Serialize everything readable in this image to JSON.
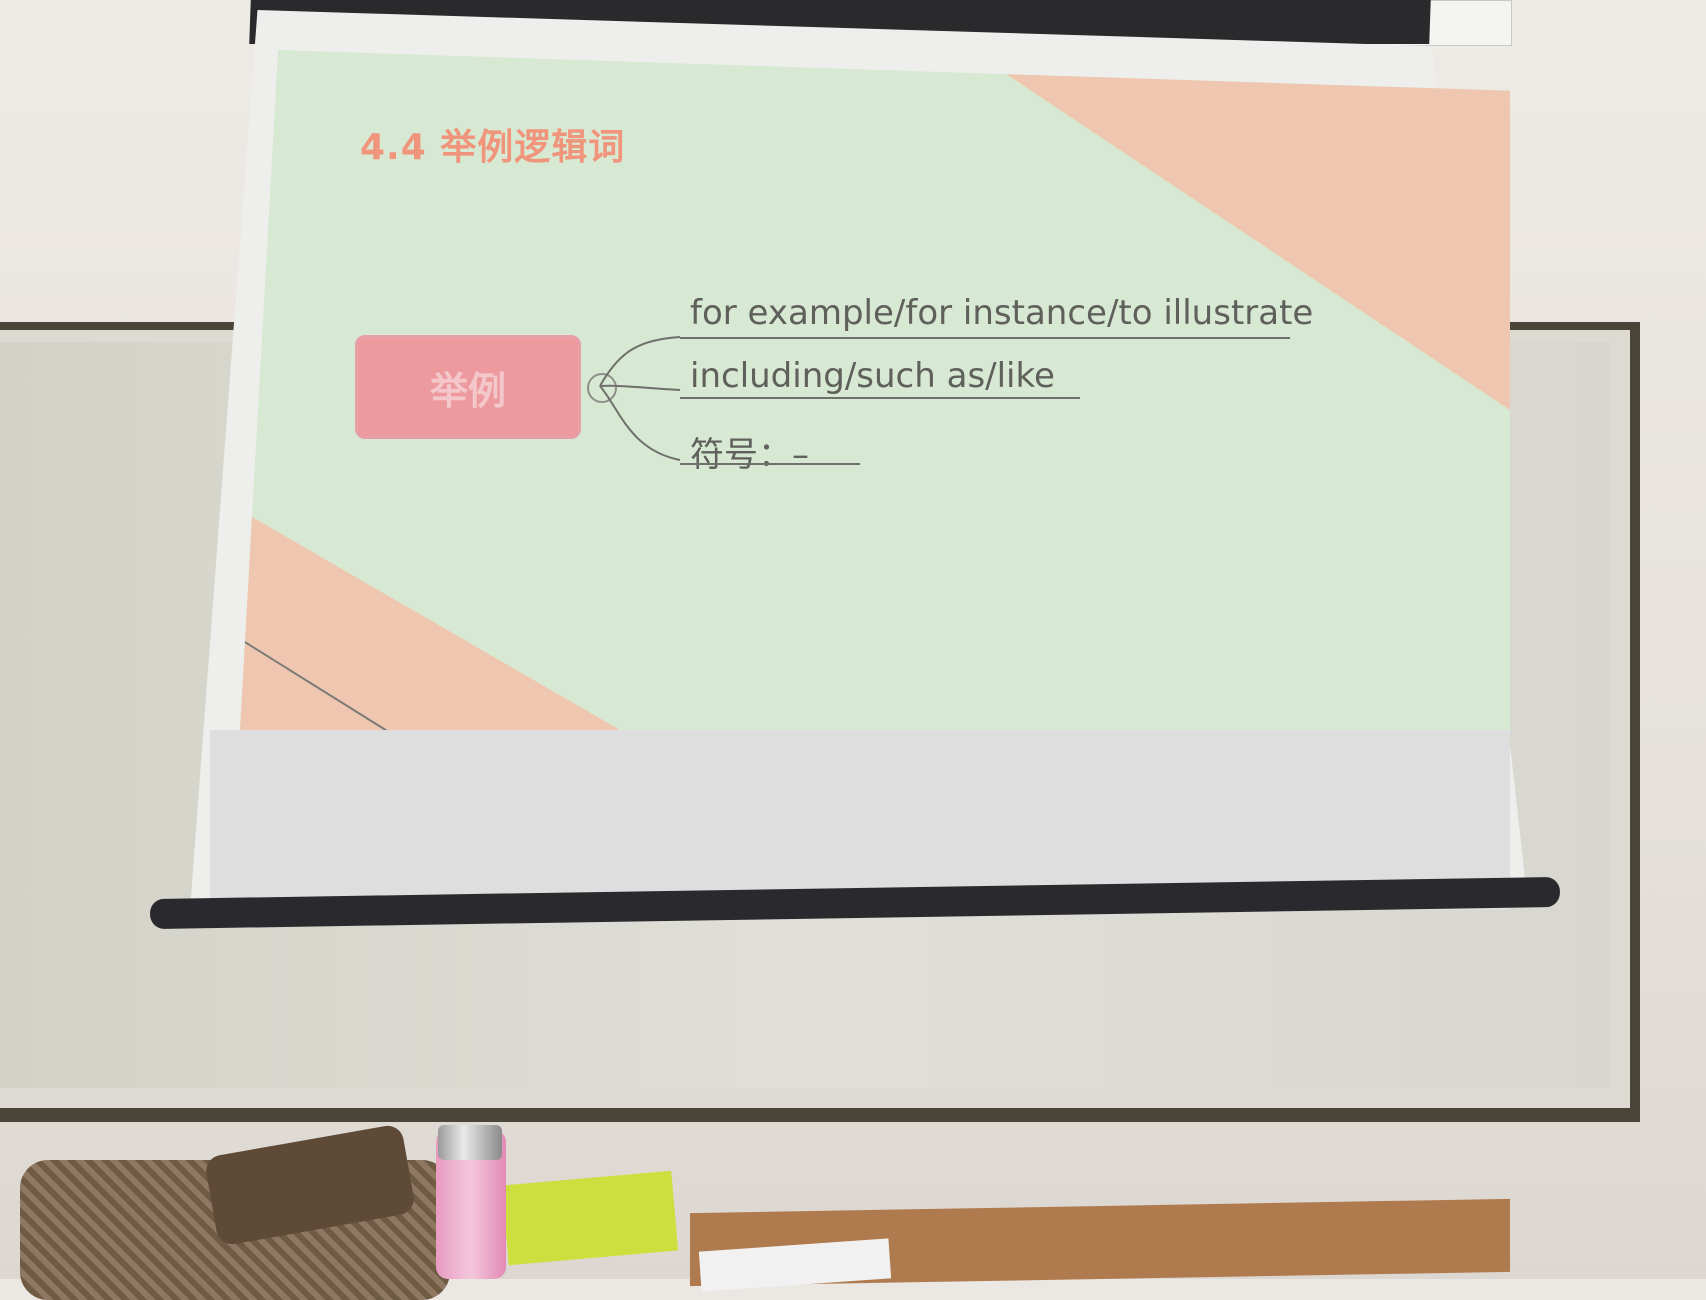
{
  "slide": {
    "title": "4.4 举例逻辑词",
    "topic": "举例",
    "branches": [
      {
        "text": "for example/for instance/to illustrate"
      },
      {
        "text": "including/such as/like"
      },
      {
        "text": "符号：–"
      }
    ]
  },
  "colors": {
    "slide_bg": "#d7e9d2",
    "accent": "#f0947c",
    "topic_fill": "#ec9a9d",
    "peach": "#efc7b0"
  }
}
